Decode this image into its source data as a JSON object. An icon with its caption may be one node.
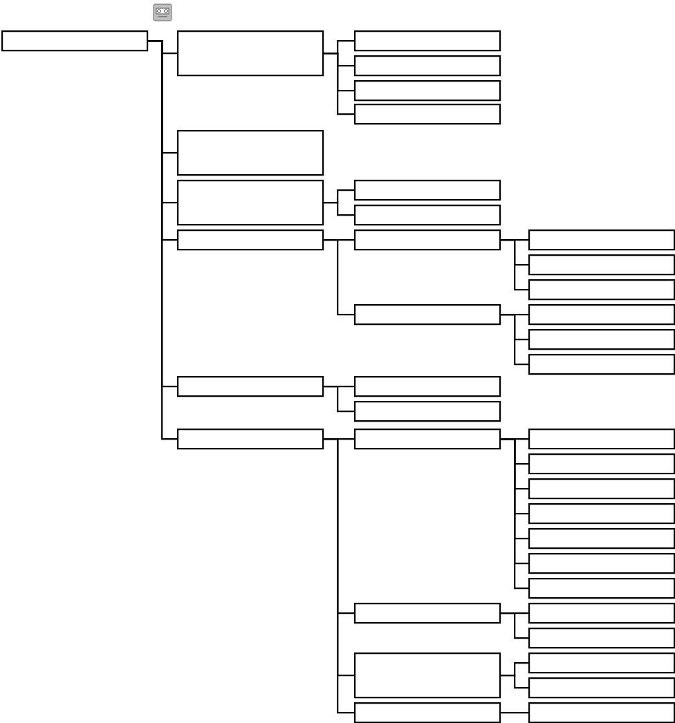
{
  "diagram": {
    "nodes": [
      {
        "text": [],
        "shape": "box"
      },
      {
        "text": [],
        "shape": "box"
      },
      {
        "text": [],
        "shape": "box"
      },
      {
        "text": [],
        "shape": "box"
      },
      {
        "text": [],
        "shape": "box"
      },
      {
        "text": [],
        "shape": "box"
      },
      {
        "text": [],
        "shape": "box"
      },
      {
        "text": [],
        "shape": "box"
      },
      {
        "text": [],
        "shape": "box"
      },
      {
        "text": [],
        "shape": "box"
      },
      {
        "text": [],
        "shape": "box"
      },
      {
        "text": [],
        "shape": "box"
      },
      {
        "text": [],
        "shape": "box"
      },
      {
        "text": [],
        "shape": "box"
      },
      {
        "text": [],
        "shape": "box"
      },
      {
        "text": [],
        "shape": "box"
      },
      {
        "text": [],
        "shape": "box"
      },
      {
        "text": [],
        "shape": "box"
      },
      {
        "text": [],
        "shape": "box"
      },
      {
        "text": [],
        "shape": "box"
      },
      {
        "text": [],
        "shape": "box"
      },
      {
        "text": [],
        "shape": "box"
      },
      {
        "text": [],
        "shape": "box"
      },
      {
        "text": [],
        "shape": "box"
      },
      {
        "text": [],
        "shape": "box"
      },
      {
        "text": [],
        "shape": "box"
      },
      {
        "text": [],
        "shape": "box"
      },
      {
        "text": [],
        "shape": "box"
      },
      {
        "text": [],
        "shape": "box"
      },
      {
        "text": [],
        "shape": "box"
      },
      {
        "text": [],
        "shape": "box"
      },
      {
        "text": [],
        "shape": "box"
      },
      {
        "text": [],
        "shape": "box"
      },
      {
        "text": [],
        "shape": "box"
      },
      {
        "text": [],
        "shape": "box"
      },
      {
        "text": [],
        "shape": "box"
      },
      {
        "text": [],
        "shape": "box"
      },
      {
        "text": [],
        "shape": "box"
      },
      {
        "text": [],
        "shape": "box"
      }
    ],
    "edges": [
      {
        "from": 0,
        "to": 1,
        "arrow": "none"
      },
      {
        "from": 1,
        "to": 2,
        "arrow": "none"
      },
      {
        "from": 1,
        "to": 3,
        "arrow": "none"
      },
      {
        "from": 1,
        "to": 4,
        "arrow": "none"
      },
      {
        "from": 1,
        "to": 5,
        "arrow": "none"
      },
      {
        "from": 0,
        "to": 6,
        "arrow": "none"
      },
      {
        "from": 0,
        "to": 7,
        "arrow": "none"
      },
      {
        "from": 7,
        "to": 8,
        "arrow": "none"
      },
      {
        "from": 7,
        "to": 9,
        "arrow": "none"
      },
      {
        "from": 0,
        "to": 10,
        "arrow": "none"
      },
      {
        "from": 10,
        "to": 11,
        "arrow": "none"
      },
      {
        "from": 11,
        "to": 12,
        "arrow": "none"
      },
      {
        "from": 11,
        "to": 13,
        "arrow": "none"
      },
      {
        "from": 11,
        "to": 14,
        "arrow": "none"
      },
      {
        "from": 10,
        "to": 15,
        "arrow": "none"
      },
      {
        "from": 15,
        "to": 16,
        "arrow": "none"
      },
      {
        "from": 15,
        "to": 17,
        "arrow": "none"
      },
      {
        "from": 15,
        "to": 18,
        "arrow": "none"
      },
      {
        "from": 0,
        "to": 19,
        "arrow": "none"
      },
      {
        "from": 19,
        "to": 20,
        "arrow": "none"
      },
      {
        "from": 19,
        "to": 21,
        "arrow": "none"
      },
      {
        "from": 0,
        "to": 22,
        "arrow": "none"
      },
      {
        "from": 22,
        "to": 23,
        "arrow": "none"
      },
      {
        "from": 23,
        "to": 24,
        "arrow": "none"
      },
      {
        "from": 23,
        "to": 25,
        "arrow": "none"
      },
      {
        "from": 23,
        "to": 26,
        "arrow": "none"
      },
      {
        "from": 23,
        "to": 27,
        "arrow": "none"
      },
      {
        "from": 23,
        "to": 28,
        "arrow": "none"
      },
      {
        "from": 23,
        "to": 29,
        "arrow": "none"
      },
      {
        "from": 23,
        "to": 30,
        "arrow": "none"
      },
      {
        "from": 22,
        "to": 31,
        "arrow": "none"
      },
      {
        "from": 31,
        "to": 32,
        "arrow": "none"
      },
      {
        "from": 31,
        "to": 33,
        "arrow": "none"
      },
      {
        "from": 22,
        "to": 34,
        "arrow": "none"
      },
      {
        "from": 34,
        "to": 35,
        "arrow": "none"
      },
      {
        "from": 34,
        "to": 36,
        "arrow": "none"
      },
      {
        "from": 22,
        "to": 37,
        "arrow": "none"
      },
      {
        "from": 37,
        "to": 38,
        "arrow": "none"
      }
    ]
  }
}
